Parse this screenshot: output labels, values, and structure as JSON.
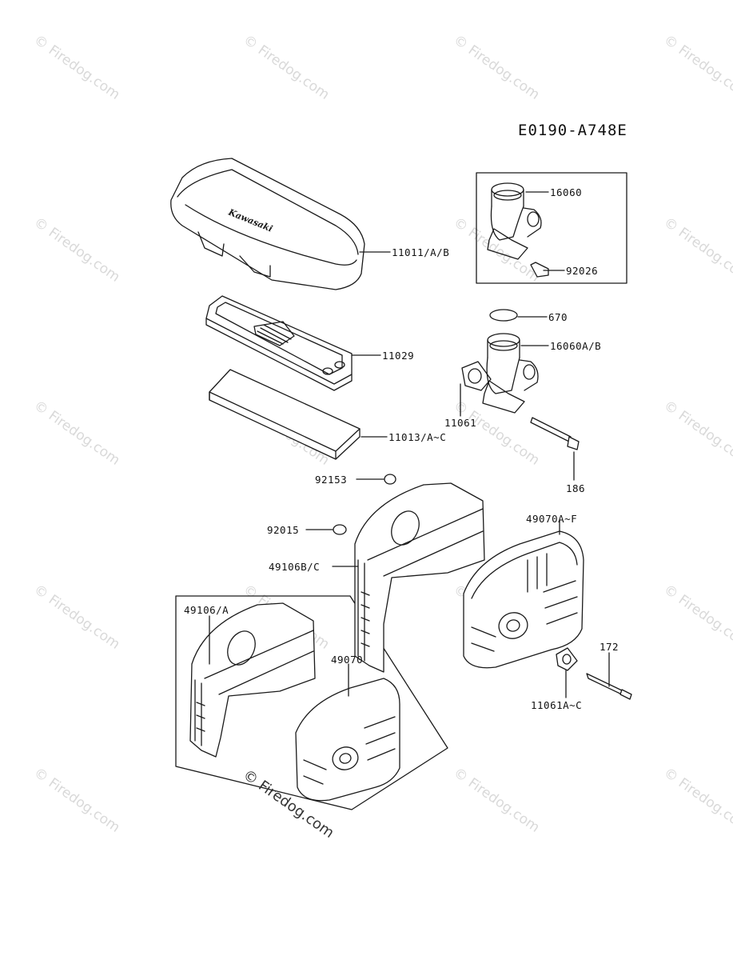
{
  "diagram_code": "E0190-A748E",
  "brand_logo_text": "Kawasaki",
  "copyright": "© Firedog.com",
  "watermark_text": "© Firedog.com",
  "parts": [
    {
      "id": "p1",
      "label": "16060"
    },
    {
      "id": "p2",
      "label": "11011/A/B"
    },
    {
      "id": "p3",
      "label": "92026"
    },
    {
      "id": "p4",
      "label": "670"
    },
    {
      "id": "p5",
      "label": "16060A/B"
    },
    {
      "id": "p6",
      "label": "11029"
    },
    {
      "id": "p7",
      "label": "11061"
    },
    {
      "id": "p8",
      "label": "11013/A~C"
    },
    {
      "id": "p9",
      "label": "92153"
    },
    {
      "id": "p10",
      "label": "186"
    },
    {
      "id": "p11",
      "label": "49070A~F"
    },
    {
      "id": "p12",
      "label": "92015"
    },
    {
      "id": "p13",
      "label": "49106B/C"
    },
    {
      "id": "p14",
      "label": "49106/A"
    },
    {
      "id": "p15",
      "label": "49070"
    },
    {
      "id": "p16",
      "label": "172"
    },
    {
      "id": "p17",
      "label": "11061A~C"
    }
  ],
  "colors": {
    "line": "#1a1a1a",
    "watermark": "#d9d9d9"
  }
}
